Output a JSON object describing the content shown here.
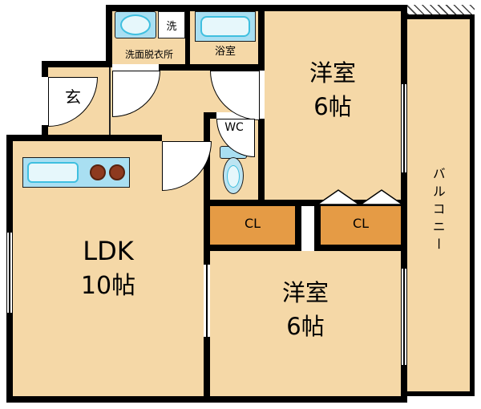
{
  "colors": {
    "floor": "#F5D8A7",
    "closet": "#E59B45",
    "wall": "#000000",
    "fixture_blue": "#A9DFF2",
    "fixture_accent": "#3FBFDF",
    "burner": "#8E3A1F"
  },
  "rooms": {
    "bedroom_top": {
      "name": "洋室",
      "size": "6帖"
    },
    "bedroom_bottom": {
      "name": "洋室",
      "size": "6帖"
    },
    "ldk": {
      "name": "LDK",
      "size": "10帖"
    },
    "entrance": {
      "label": "玄"
    },
    "washroom": {
      "label": "洗面脱衣所"
    },
    "bathroom": {
      "label": "浴室"
    },
    "toilet": {
      "label": "WC"
    },
    "closet_left": {
      "label": "CL"
    },
    "closet_right": {
      "label": "CL"
    },
    "balcony": {
      "label": "バルコニー"
    }
  },
  "fixtures": {
    "washer": {
      "label": "洗"
    }
  }
}
